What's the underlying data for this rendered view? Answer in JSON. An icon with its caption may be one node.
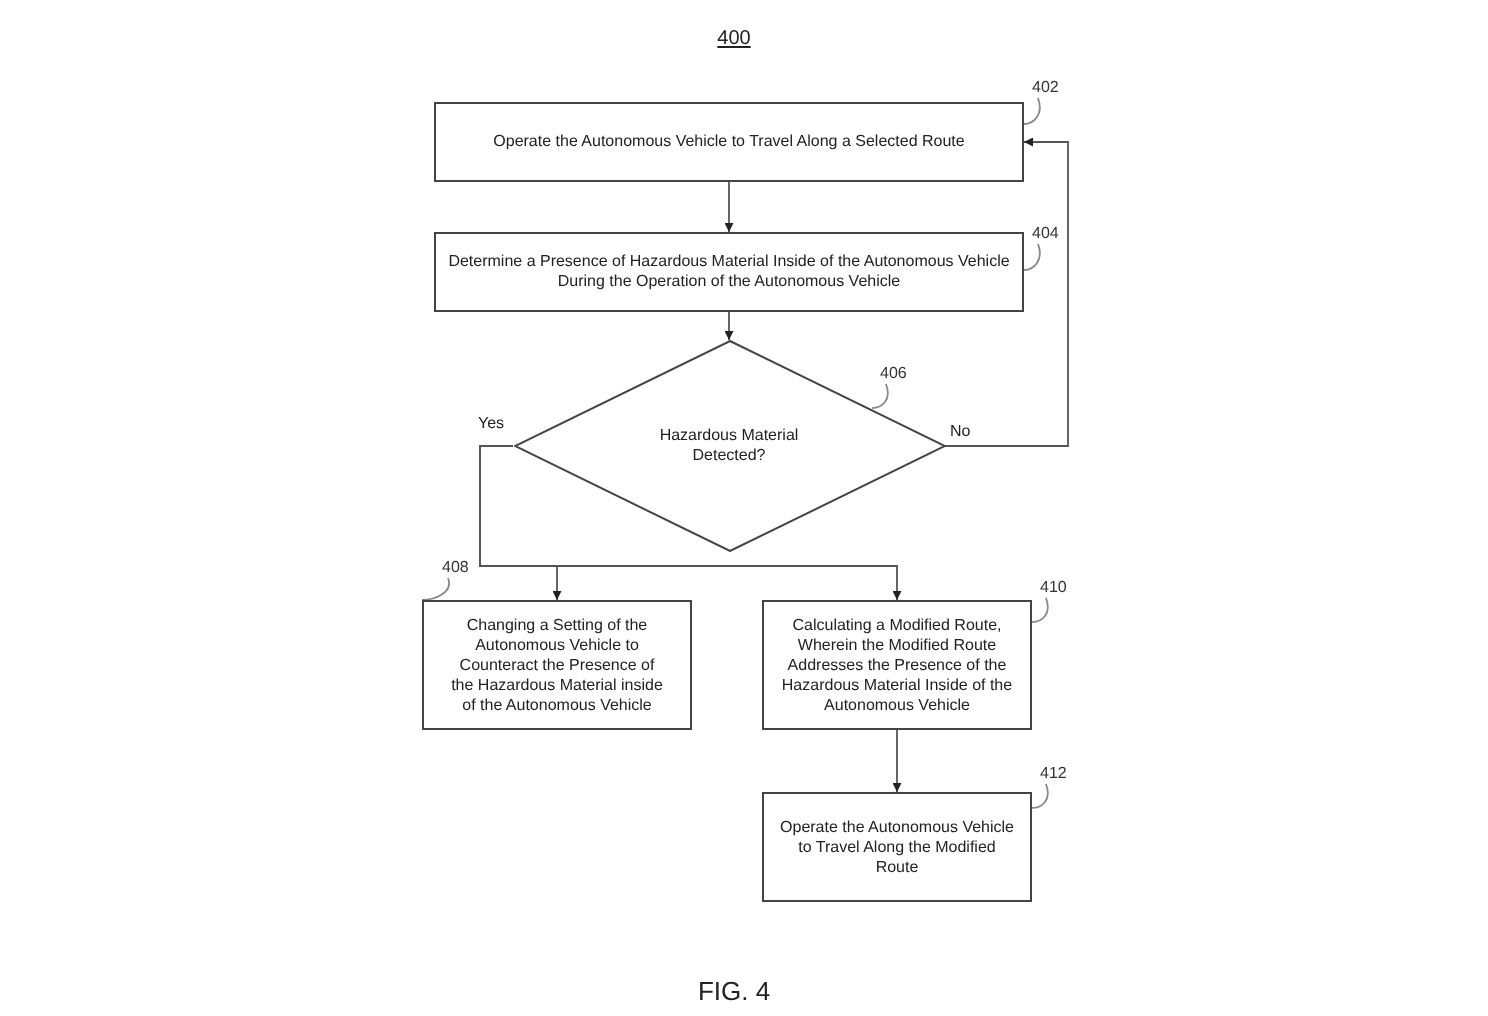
{
  "diagram": {
    "title": "400",
    "caption": "FIG. 4",
    "nodes": [
      {
        "text": [
          "Operate the Autonomous Vehicle to Travel Along a Selected Route"
        ]
      },
      {
        "text": [
          "Determine a Presence of Hazardous Material Inside of the Autonomous Vehicle During the Operation of the Autonomous Vehicle"
        ]
      },
      {
        "text": [
          "Hazardous Material Detected?"
        ]
      },
      {
        "text": [
          "Changing a Setting of the Autonomous Vehicle to Counteract the Presence of the Hazardous Material inside of the Autonomous Vehicle"
        ]
      },
      {
        "text": [
          "Calculating a Modified Route, Wherein the Modified Route Addresses the Presence of the Hazardous Material Inside of the Autonomous Vehicle"
        ]
      },
      {
        "text": [
          "Operate the Autonomous Vehicle to Travel Along the Modified Route"
        ]
      },
      {
        "text": [
          "402"
        ]
      },
      {
        "text": [
          "404"
        ]
      },
      {
        "text": [
          "406"
        ]
      },
      {
        "text": [
          "408"
        ]
      },
      {
        "text": [
          "410"
        ]
      },
      {
        "text": [
          "412"
        ]
      }
    ],
    "edges": [
      {
        "from": 0,
        "to": 1,
        "arrow": "to"
      },
      {
        "from": 1,
        "to": 2,
        "arrow": "to"
      },
      {
        "from": 2,
        "to": 0,
        "arrow": "to",
        "label": "No"
      },
      {
        "from": 2,
        "to": 3,
        "arrow": "to",
        "label": "Yes"
      },
      {
        "from": 2,
        "to": 4,
        "arrow": "to"
      },
      {
        "from": 4,
        "to": 5,
        "arrow": "to"
      },
      {
        "from": 6,
        "to": 0,
        "arrow": "none"
      },
      {
        "from": 7,
        "to": 1,
        "arrow": "none"
      },
      {
        "from": 8,
        "to": 2,
        "arrow": "none"
      },
      {
        "from": 9,
        "to": 3,
        "arrow": "none"
      },
      {
        "from": 10,
        "to": 4,
        "arrow": "none"
      },
      {
        "from": 11,
        "to": 5,
        "arrow": "none"
      }
    ]
  }
}
